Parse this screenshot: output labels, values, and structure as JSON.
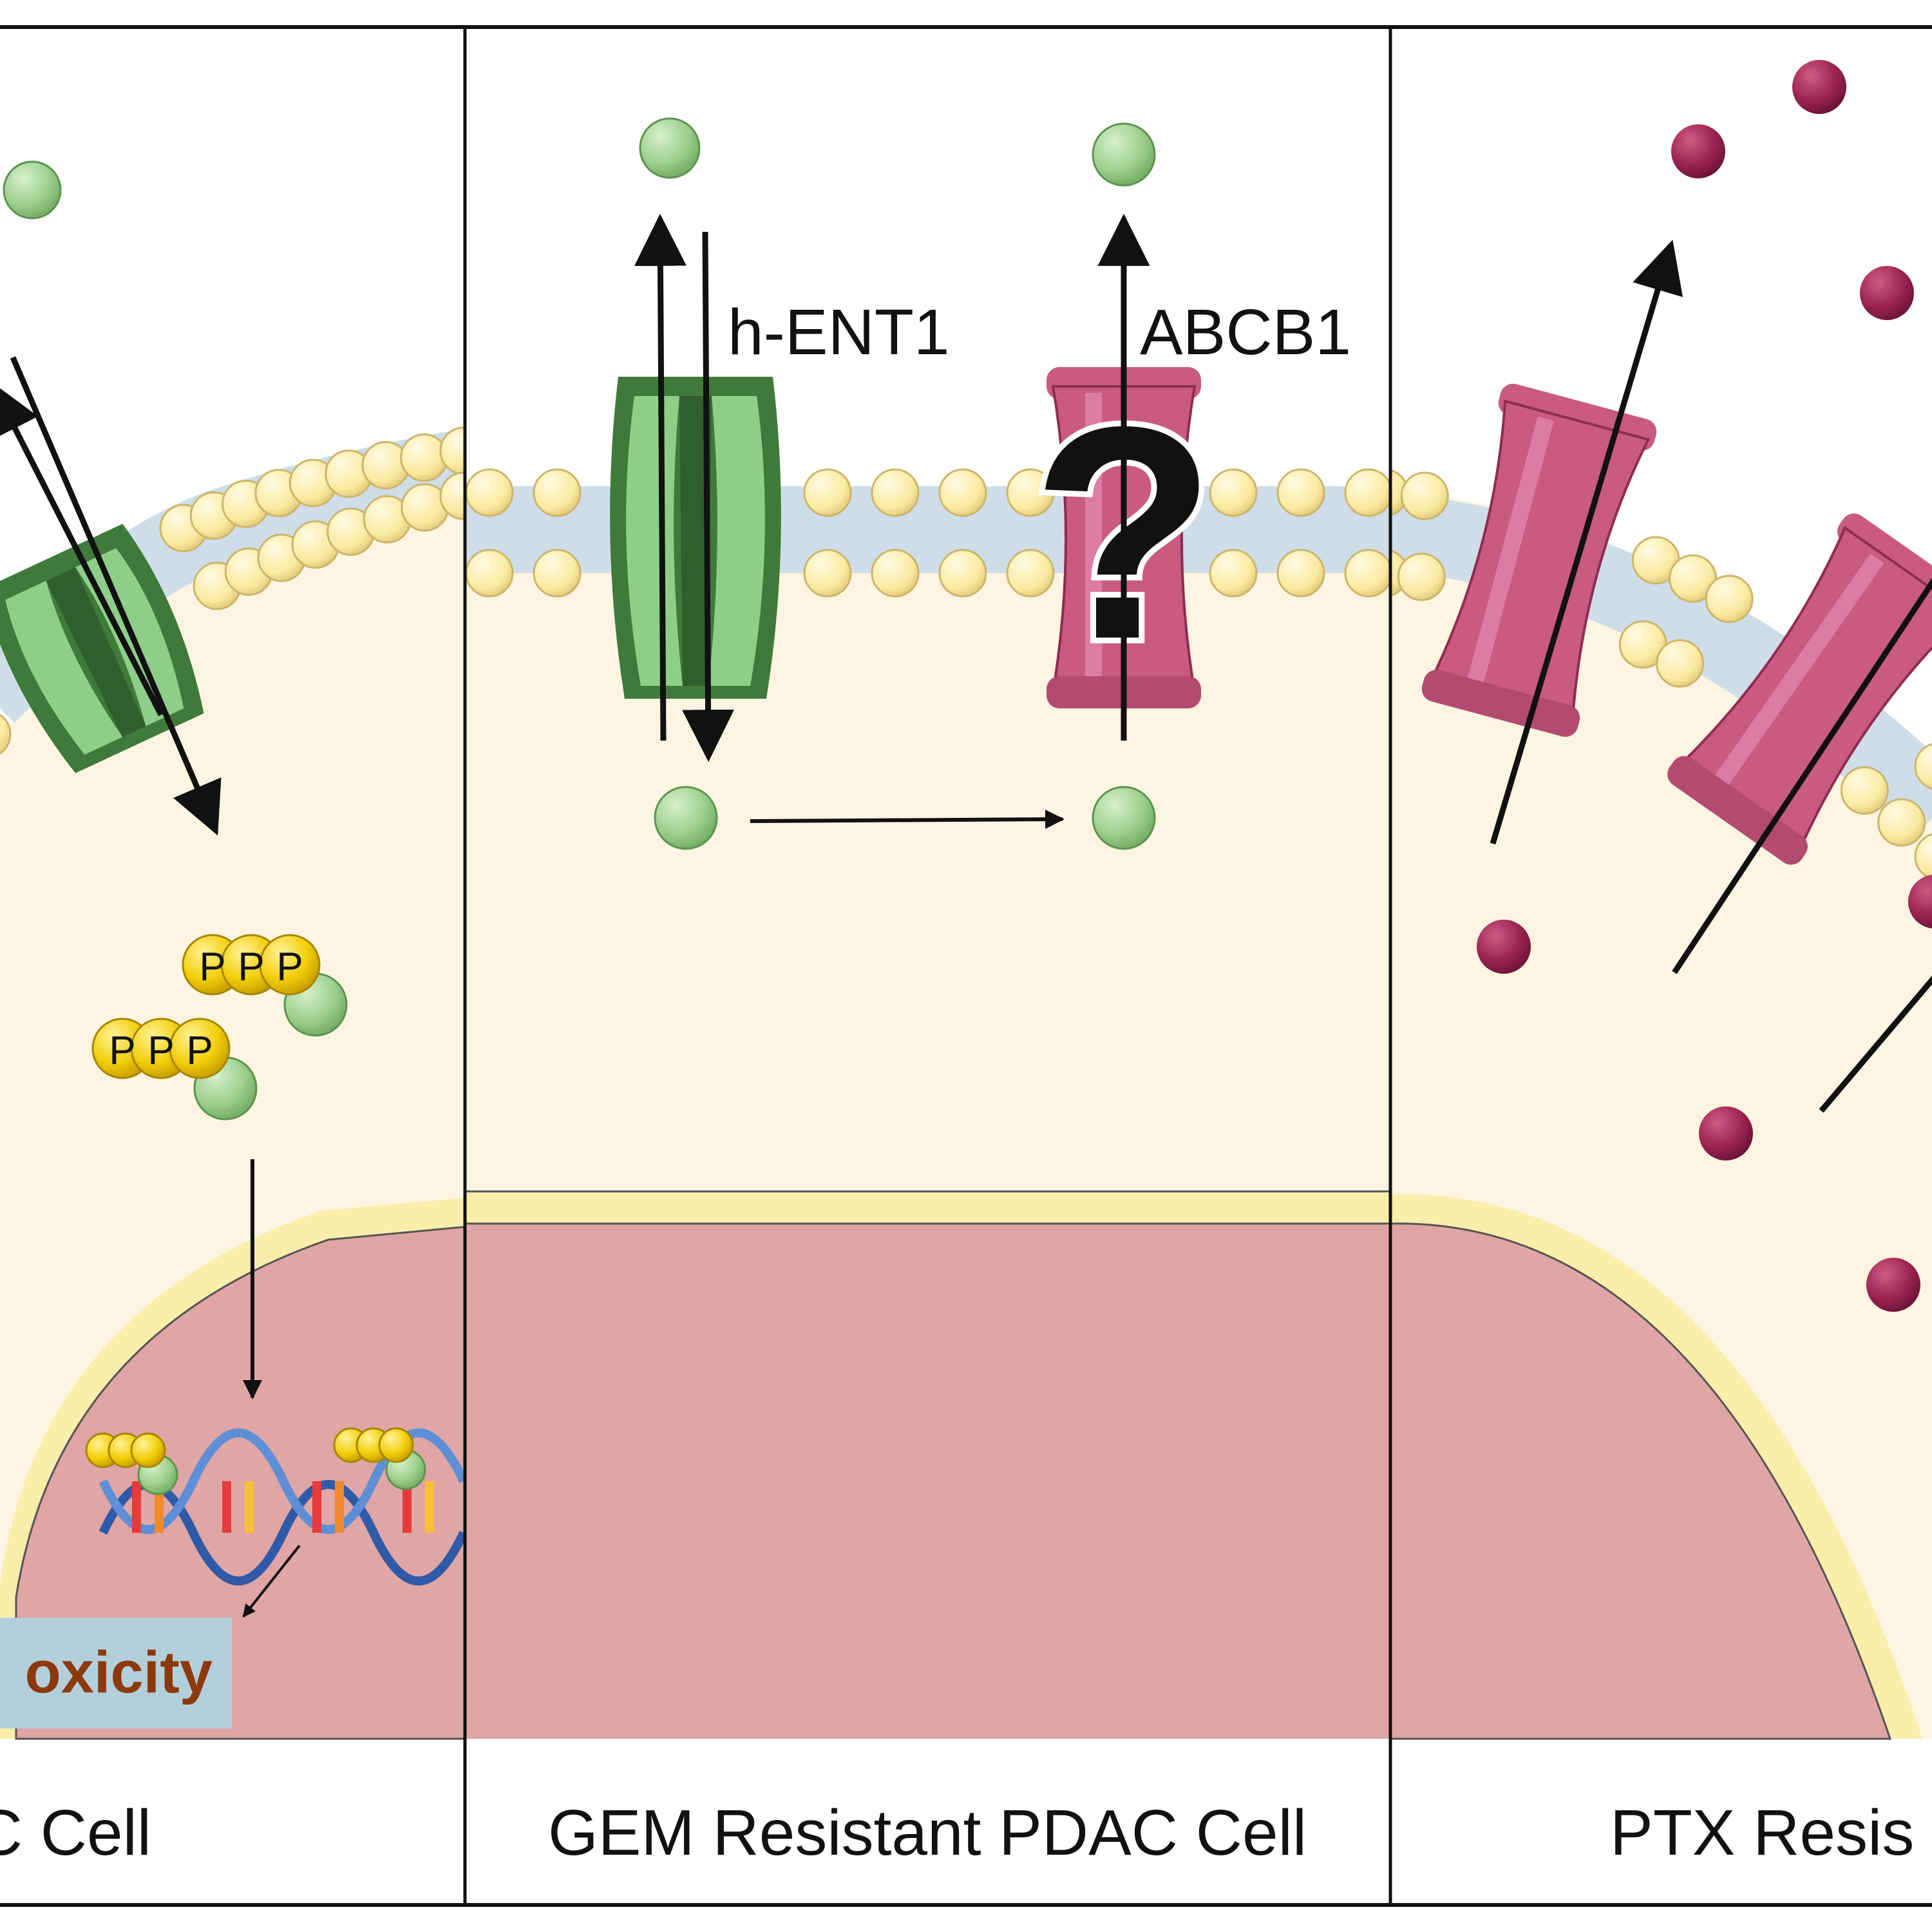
{
  "colors": {
    "cytoplasm": "#fdf5e1",
    "nucleus": "#e0a5a5",
    "nuclear_envelope": "#f9eeaa",
    "lipid_head": "#fbeaa0",
    "lipid_band": "#cfdde9",
    "ent1_light": "#8fce8a",
    "ent1_dark": "#2f5f2c",
    "abcb1": "#c95a80",
    "gemcitabine": "#9fd08f",
    "paclitaxel": "#9c2450",
    "phosphate": "#f2cf0a",
    "cytotoxicity_bg": "#b4cfdc",
    "cytotoxicity_text": "#8c3a0d"
  },
  "panels": {
    "left": {
      "title": "C Cell",
      "triphosphate_letter": "P",
      "effect_label": "oxicity",
      "icons": [
        "gemcitabine-molecule",
        "ent1-transporter",
        "triphosphate-chain",
        "dna-double-helix"
      ]
    },
    "middle": {
      "title": "GEM Resistant PDAC Cell",
      "transporter_1": "h-ENT1",
      "transporter_2": "ABCB1",
      "unknown_mark": "?",
      "icons": [
        "gemcitabine-molecule",
        "ent1-transporter",
        "abcb1-transporter",
        "question-mark"
      ]
    },
    "right": {
      "title": "PTX Resis",
      "icons": [
        "paclitaxel-molecule",
        "abcb1-transporter"
      ]
    }
  }
}
